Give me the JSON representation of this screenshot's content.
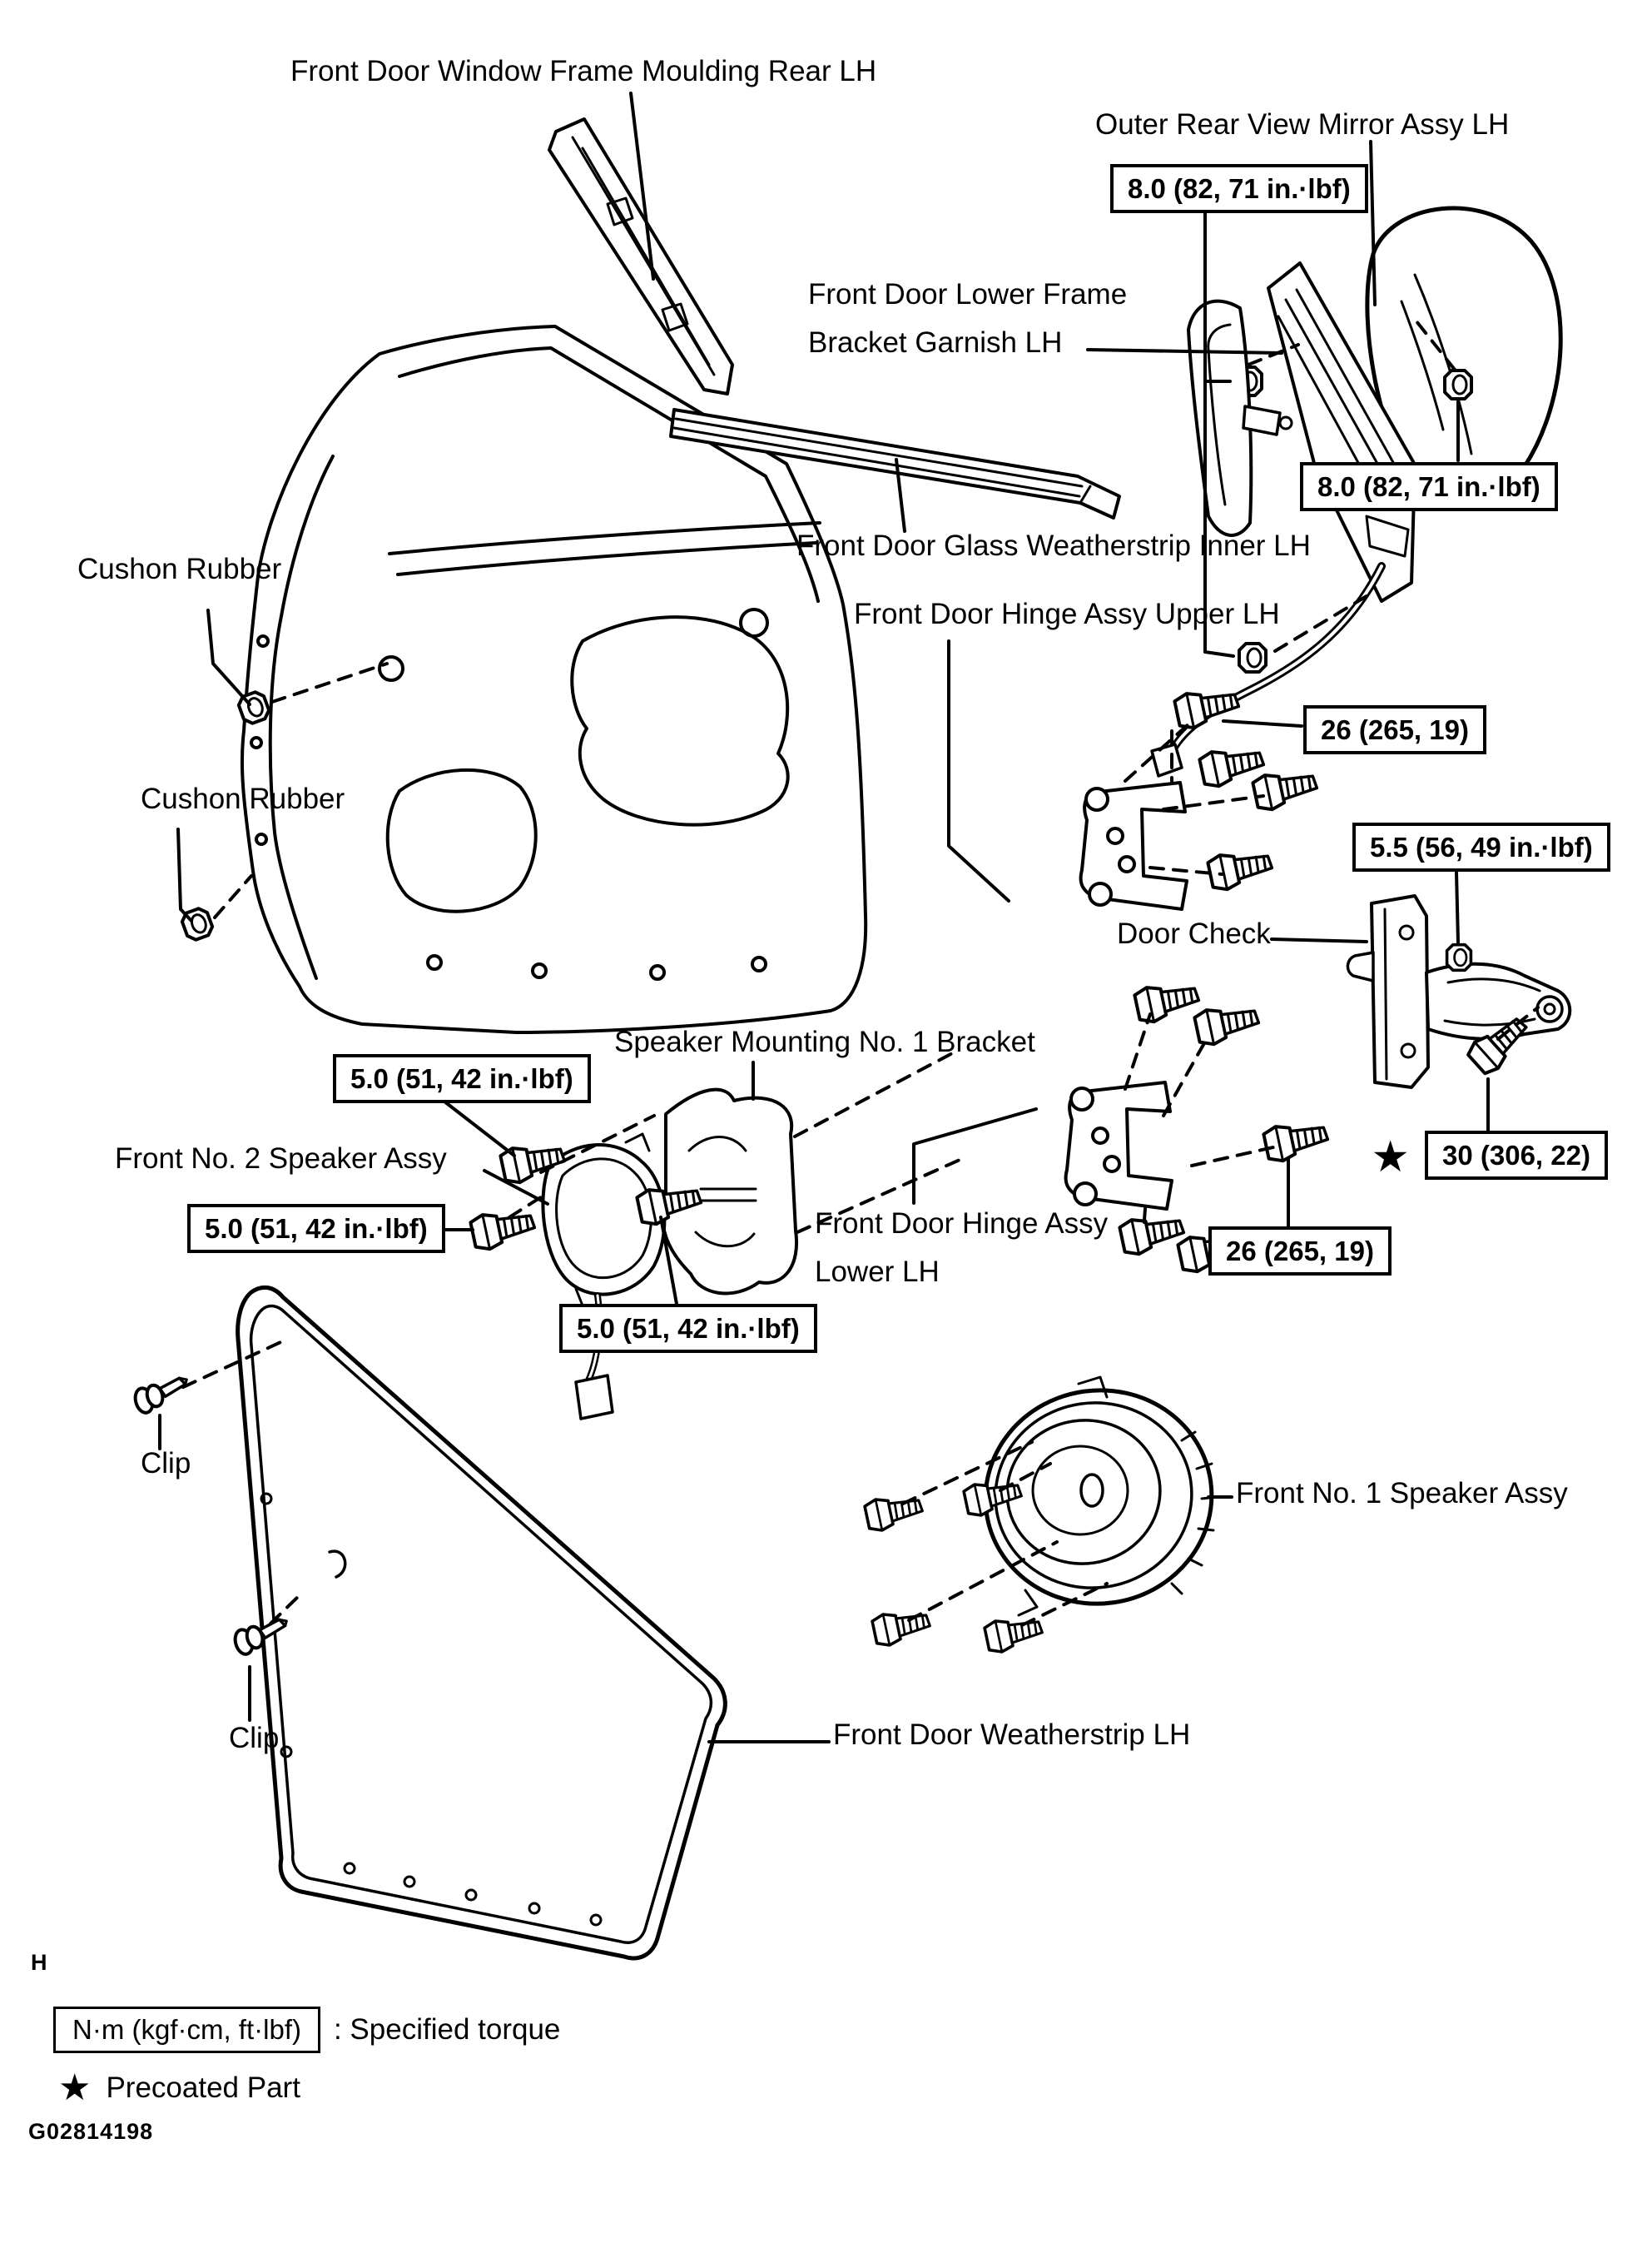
{
  "canvas": {
    "background": "#ffffff",
    "ink": "#000000"
  },
  "figure": {
    "corner_mark": "H",
    "figure_id": "G02814198"
  },
  "legend": {
    "torque_unit": "N·m (kgf·cm, ft·lbf)",
    "torque_meaning": ": Specified torque",
    "star_symbol": "★",
    "star_meaning": "Precoated Part"
  },
  "part_labels": [
    {
      "id": "moulding-rear",
      "text": "Front Door Window Frame Moulding Rear LH"
    },
    {
      "id": "mirror-assy",
      "text": "Outer Rear View Mirror Assy LH"
    },
    {
      "id": "garnish-line1",
      "text": "Front Door Lower Frame"
    },
    {
      "id": "garnish-line2",
      "text": "Bracket Garnish LH"
    },
    {
      "id": "weatherstrip-inner",
      "text": "Front Door Glass Weatherstrip Inner LH"
    },
    {
      "id": "cushon-rubber-1",
      "text": "Cushon Rubber"
    },
    {
      "id": "hinge-upper",
      "text": "Front Door Hinge Assy Upper LH"
    },
    {
      "id": "cushon-rubber-2",
      "text": "Cushon Rubber"
    },
    {
      "id": "door-check",
      "text": "Door Check"
    },
    {
      "id": "speaker-bracket",
      "text": "Speaker Mounting No. 1 Bracket"
    },
    {
      "id": "speaker-no2",
      "text": "Front No. 2 Speaker Assy"
    },
    {
      "id": "hinge-lower-line1",
      "text": "Front Door Hinge Assy"
    },
    {
      "id": "hinge-lower-line2",
      "text": "Lower LH"
    },
    {
      "id": "clip-1",
      "text": "Clip"
    },
    {
      "id": "speaker-no1",
      "text": "Front No. 1 Speaker Assy"
    },
    {
      "id": "clip-2",
      "text": "Clip"
    },
    {
      "id": "weatherstrip-lh",
      "text": "Front Door Weatherstrip LH"
    }
  ],
  "torque_specs": [
    {
      "id": "t1-mirror-upper",
      "text": "8.0 (82, 71 in.·lbf)",
      "starred": false
    },
    {
      "id": "t2-mirror-lower",
      "text": "8.0 (82, 71 in.·lbf)",
      "starred": false
    },
    {
      "id": "t3-hinge-upper",
      "text": "26 (265, 19)",
      "starred": false
    },
    {
      "id": "t4-door-check",
      "text": "5.5 (56, 49 in.·lbf)",
      "starred": false
    },
    {
      "id": "t5-check-bolt",
      "text": "30 (306, 22)",
      "starred": true,
      "star": "★"
    },
    {
      "id": "t6-speaker2-a",
      "text": "5.0 (51, 42 in.·lbf)",
      "starred": false
    },
    {
      "id": "t7-speaker2-b",
      "text": "5.0 (51, 42 in.·lbf)",
      "starred": false
    },
    {
      "id": "t8-speaker2-c",
      "text": "5.0 (51, 42 in.·lbf)",
      "starred": false
    },
    {
      "id": "t9-hinge-lower",
      "text": "26 (265, 19)",
      "starred": false
    }
  ]
}
